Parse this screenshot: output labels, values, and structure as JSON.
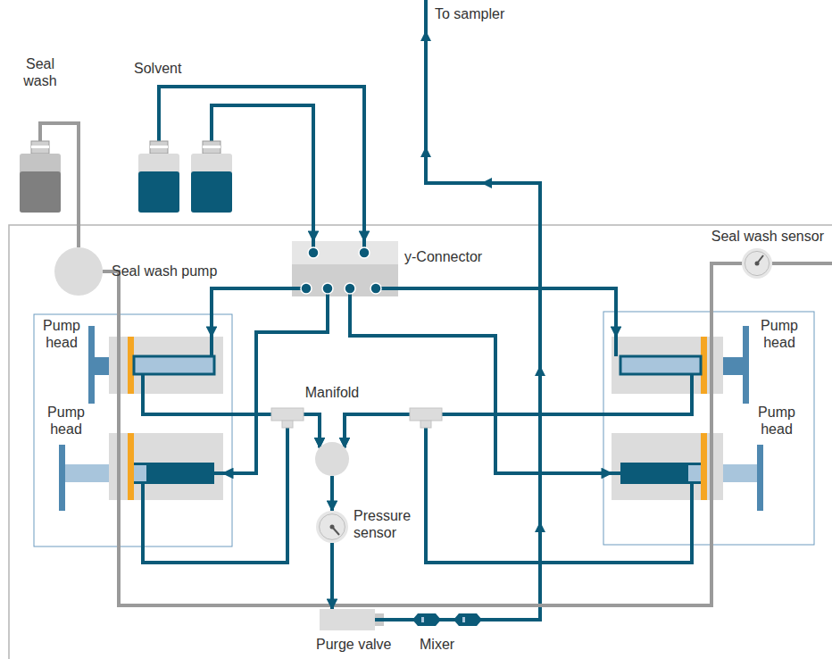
{
  "diagram": {
    "nodes": [
      {
        "text": [
          "Seal wash"
        ]
      },
      {
        "text": [
          "Solvent"
        ]
      },
      {
        "text": [
          "Seal wash pump"
        ]
      },
      {
        "text": [
          "y-Connector"
        ]
      },
      {
        "text": [
          "Seal wash sensor"
        ]
      },
      {
        "text": [
          "Pump head"
        ]
      },
      {
        "text": [
          "Pump head"
        ]
      },
      {
        "text": [
          "Pump head"
        ]
      },
      {
        "text": [
          "Pump head"
        ]
      },
      {
        "text": [
          "Manifold"
        ]
      },
      {
        "text": [
          "Pressure sensor"
        ]
      },
      {
        "text": [
          "Purge valve"
        ]
      },
      {
        "text": [
          "Mixer"
        ]
      }
    ],
    "edges": [
      {
        "from": 0,
        "to": 2,
        "arrow": "none"
      },
      {
        "from": 1,
        "to": 3,
        "arrow": "to"
      },
      {
        "from": 1,
        "to": 3,
        "arrow": "to"
      },
      {
        "from": 2,
        "to": 4,
        "arrow": "none"
      },
      {
        "from": 3,
        "to": 5,
        "arrow": "to"
      },
      {
        "from": 3,
        "to": 6,
        "arrow": "to"
      },
      {
        "from": 3,
        "to": 8,
        "arrow": "to"
      },
      {
        "from": 3,
        "to": 7,
        "arrow": "to"
      },
      {
        "from": 5,
        "to": 9,
        "arrow": "to"
      },
      {
        "from": 6,
        "to": 9,
        "arrow": "to"
      },
      {
        "from": 7,
        "to": 9,
        "arrow": "to"
      },
      {
        "from": 8,
        "to": 9,
        "arrow": "to"
      },
      {
        "from": 9,
        "to": 10,
        "arrow": "to"
      },
      {
        "from": 10,
        "to": 11,
        "arrow": "to"
      },
      {
        "from": 11,
        "to": 12,
        "arrow": "none"
      }
    ],
    "labels": [
      "To sampler"
    ]
  }
}
